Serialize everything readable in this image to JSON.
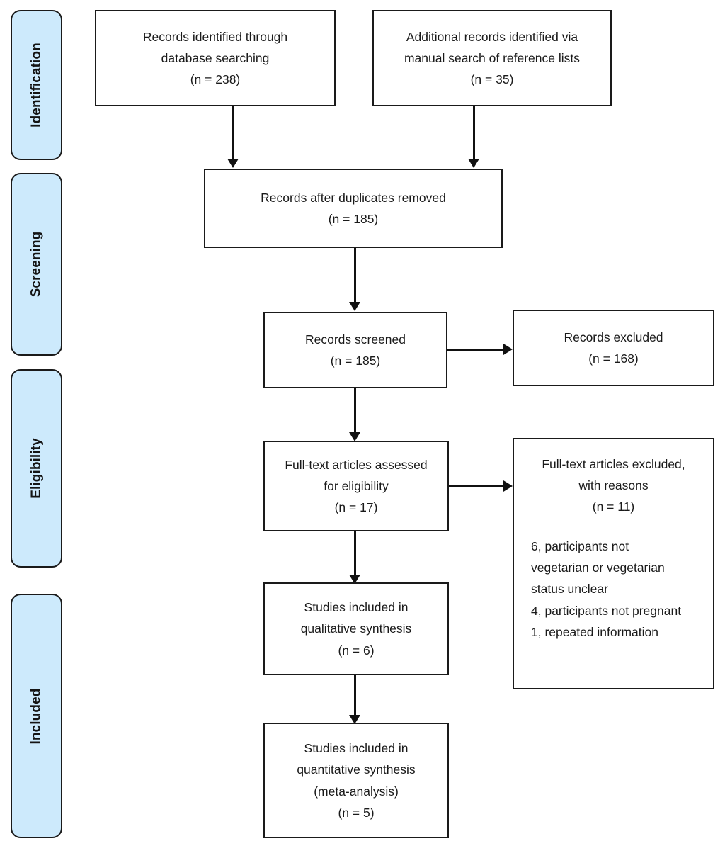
{
  "diagram": {
    "type": "prisma-flow-diagram",
    "stages": [
      {
        "id": "identification",
        "label": "Identification"
      },
      {
        "id": "screening",
        "label": "Screening"
      },
      {
        "id": "eligibility",
        "label": "Eligibility"
      },
      {
        "id": "included",
        "label": "Included"
      }
    ],
    "colors": {
      "stage_fill": "#cdeafc",
      "stage_border": "#1a1a1a",
      "box_fill": "#ffffff",
      "box_border": "#1a1a1a",
      "connector": "#111111",
      "text": "#1a1a1a",
      "page_background": "#ffffff"
    },
    "boxes": {
      "records_identified": {
        "line1": "Records identified through",
        "line2": "database searching",
        "count": "(n = 238)"
      },
      "additional_records": {
        "line1": "Additional records identified via",
        "line2": "manual search of reference lists",
        "count": "(n = 35)"
      },
      "duplicates_removed": {
        "line1": "Records after duplicates removed",
        "count": "(n = 185)"
      },
      "records_screened": {
        "line1": "Records screened",
        "count": "(n = 185)"
      },
      "records_excluded": {
        "line1": "Records excluded",
        "count": "(n = 168)"
      },
      "fulltext_assessed": {
        "line1": "Full-text articles assessed",
        "line2": "for eligibility",
        "count": "(n = 17)"
      },
      "fulltext_excluded": {
        "line1": "Full-text articles excluded,",
        "line2": "with reasons",
        "count": "(n = 11)",
        "reasons": [
          "6, participants not",
          "vegetarian or vegetarian",
          "status unclear",
          "4, participants not pregnant",
          "1, repeated information"
        ]
      },
      "qualitative_synthesis": {
        "line1": "Studies included in",
        "line2": "qualitative synthesis",
        "count": "(n = 6)"
      },
      "quantitative_synthesis": {
        "line1": "Studies included in",
        "line2": "quantitative synthesis",
        "line3": "(meta-analysis)",
        "count": "(n = 5)"
      }
    }
  }
}
